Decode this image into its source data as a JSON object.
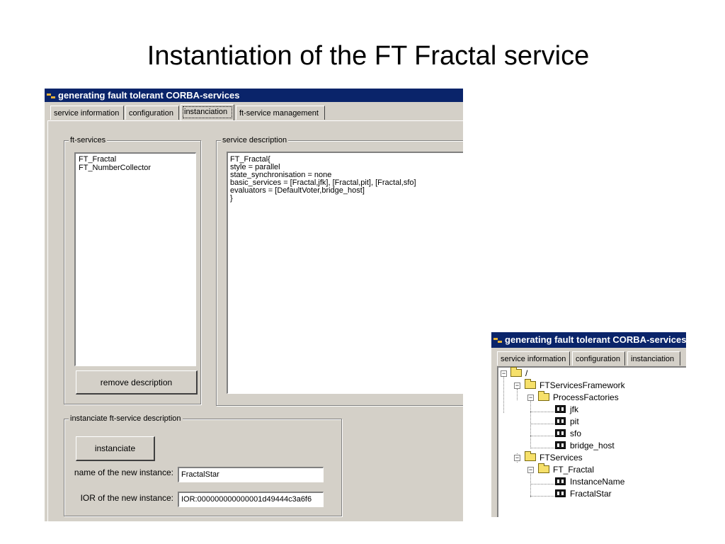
{
  "slide": {
    "title": "Instantiation of the FT Fractal service"
  },
  "main_window": {
    "title": "generating fault tolerant CORBA-services",
    "tabs": [
      {
        "label": "service information",
        "active": false
      },
      {
        "label": "configuration",
        "active": false
      },
      {
        "label": "instanciation",
        "active": true
      },
      {
        "label": "ft-service management",
        "active": false
      }
    ],
    "ft_services": {
      "label": "ft-services",
      "items": [
        "FT_Fractal",
        "FT_NumberCollector"
      ]
    },
    "service_description": {
      "label": "service description",
      "lines": [
        "FT_Fractal{",
        "style = parallel",
        "state_synchronisation = none",
        "basic_services =  [Fractal,jfk], [Fractal,pit], [Fractal,sfo]",
        "evaluators =  [DefaultVoter,bridge_host]",
        "}"
      ]
    },
    "remove_button": "remove description",
    "instanciate_group": {
      "label": "instanciate ft-service description",
      "button": "instanciate",
      "name_label": "name of the new instance:",
      "name_value": "FractalStar",
      "ior_label": "IOR of the new instance:",
      "ior_value": "IOR:000000000000001d49444c3a6f6"
    }
  },
  "tree_window": {
    "title": "generating fault tolerant CORBA-services",
    "tabs": [
      {
        "label": "service information"
      },
      {
        "label": "configuration"
      },
      {
        "label": "instanciation"
      }
    ],
    "tree": {
      "root": "/",
      "framework": "FTServicesFramework",
      "factories": "ProcessFactories",
      "factory_items": [
        "jfk",
        "pit",
        "sfo",
        "bridge_host"
      ],
      "services": "FTServices",
      "fractal": "FT_Fractal",
      "fractal_items": [
        "InstanceName",
        "FractalStar"
      ]
    }
  }
}
